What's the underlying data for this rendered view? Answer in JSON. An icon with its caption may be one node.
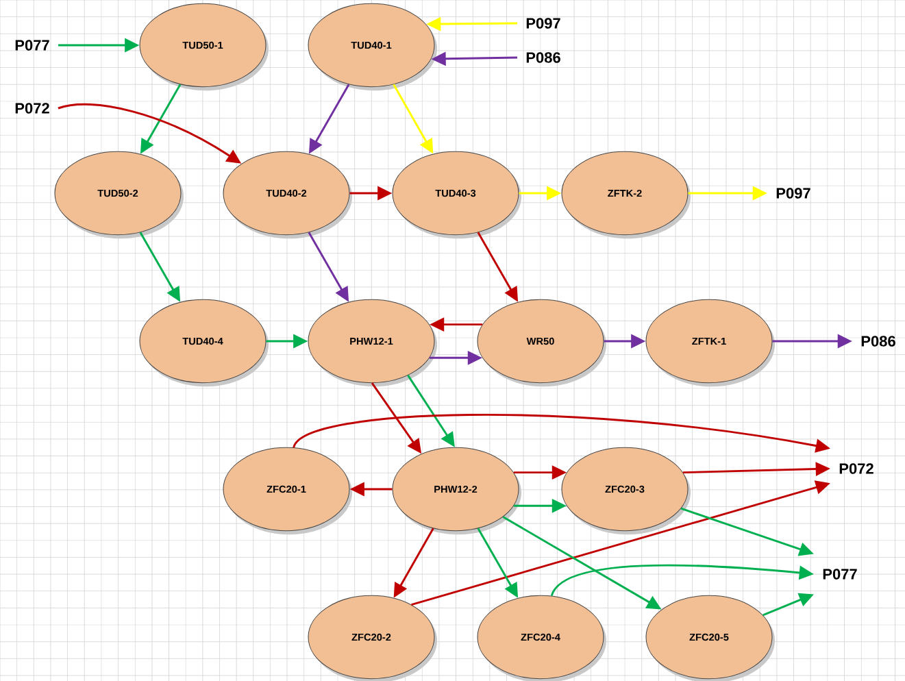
{
  "diagram": {
    "nodes": [
      {
        "text": [
          "P077"
        ]
      },
      {
        "text": [
          "TUD50-1"
        ]
      },
      {
        "text": [
          "TUD40-1"
        ]
      },
      {
        "text": [
          "P097"
        ]
      },
      {
        "text": [
          "P086"
        ]
      },
      {
        "text": [
          "P072"
        ]
      },
      {
        "text": [
          "TUD50-2"
        ]
      },
      {
        "text": [
          "TUD40-2"
        ]
      },
      {
        "text": [
          "TUD40-3"
        ]
      },
      {
        "text": [
          "ZFTK-2"
        ]
      },
      {
        "text": [
          "P097"
        ]
      },
      {
        "text": [
          "TUD40-4"
        ]
      },
      {
        "text": [
          "PHW12-1"
        ]
      },
      {
        "text": [
          "WR50"
        ]
      },
      {
        "text": [
          "ZFTK-1"
        ]
      },
      {
        "text": [
          "P086"
        ]
      },
      {
        "text": [
          "ZFC20-1"
        ]
      },
      {
        "text": [
          "PHW12-2"
        ]
      },
      {
        "text": [
          "ZFC20-3"
        ]
      },
      {
        "text": [
          "P072"
        ]
      },
      {
        "text": [
          "P077"
        ]
      },
      {
        "text": [
          "ZFC20-2"
        ]
      },
      {
        "text": [
          "ZFC20-4"
        ]
      },
      {
        "text": [
          "ZFC20-5"
        ]
      }
    ],
    "edges": [
      {
        "from": 0,
        "to": 1,
        "arrow": "to",
        "color": "#00b050"
      },
      {
        "from": 3,
        "to": 2,
        "arrow": "to",
        "color": "#ffff00"
      },
      {
        "from": 4,
        "to": 2,
        "arrow": "to",
        "color": "#7030a0"
      },
      {
        "from": 1,
        "to": 6,
        "arrow": "to",
        "color": "#00b050"
      },
      {
        "from": 5,
        "to": 7,
        "arrow": "to",
        "color": "#c00000"
      },
      {
        "from": 2,
        "to": 7,
        "arrow": "to",
        "color": "#7030a0"
      },
      {
        "from": 2,
        "to": 8,
        "arrow": "to",
        "color": "#ffff00"
      },
      {
        "from": 7,
        "to": 8,
        "arrow": "to",
        "color": "#c00000"
      },
      {
        "from": 8,
        "to": 9,
        "arrow": "to",
        "color": "#ffff00"
      },
      {
        "from": 9,
        "to": 10,
        "arrow": "to",
        "color": "#ffff00"
      },
      {
        "from": 6,
        "to": 11,
        "arrow": "to",
        "color": "#00b050"
      },
      {
        "from": 7,
        "to": 12,
        "arrow": "to",
        "color": "#7030a0"
      },
      {
        "from": 8,
        "to": 13,
        "arrow": "to",
        "color": "#c00000"
      },
      {
        "from": 11,
        "to": 12,
        "arrow": "to",
        "color": "#00b050"
      },
      {
        "from": 13,
        "to": 12,
        "arrow": "to",
        "color": "#c00000"
      },
      {
        "from": 12,
        "to": 13,
        "arrow": "to",
        "color": "#7030a0"
      },
      {
        "from": 13,
        "to": 14,
        "arrow": "to",
        "color": "#7030a0"
      },
      {
        "from": 14,
        "to": 15,
        "arrow": "to",
        "color": "#7030a0"
      },
      {
        "from": 12,
        "to": 17,
        "arrow": "to",
        "color": "#c00000"
      },
      {
        "from": 12,
        "to": 17,
        "arrow": "to",
        "color": "#00b050"
      },
      {
        "from": 17,
        "to": 16,
        "arrow": "to",
        "color": "#c00000"
      },
      {
        "from": 16,
        "to": 19,
        "arrow": "to",
        "color": "#c00000"
      },
      {
        "from": 17,
        "to": 18,
        "arrow": "to",
        "color": "#c00000"
      },
      {
        "from": 17,
        "to": 18,
        "arrow": "to",
        "color": "#00b050"
      },
      {
        "from": 18,
        "to": 19,
        "arrow": "to",
        "color": "#c00000"
      },
      {
        "from": 21,
        "to": 19,
        "arrow": "to",
        "color": "#c00000"
      },
      {
        "from": 17,
        "to": 21,
        "arrow": "to",
        "color": "#c00000"
      },
      {
        "from": 17,
        "to": 22,
        "arrow": "to",
        "color": "#00b050"
      },
      {
        "from": 17,
        "to": 23,
        "arrow": "to",
        "color": "#00b050"
      },
      {
        "from": 18,
        "to": 20,
        "arrow": "to",
        "color": "#00b050"
      },
      {
        "from": 22,
        "to": 20,
        "arrow": "to",
        "color": "#00b050"
      },
      {
        "from": 23,
        "to": 20,
        "arrow": "to",
        "color": "#00b050"
      }
    ]
  }
}
